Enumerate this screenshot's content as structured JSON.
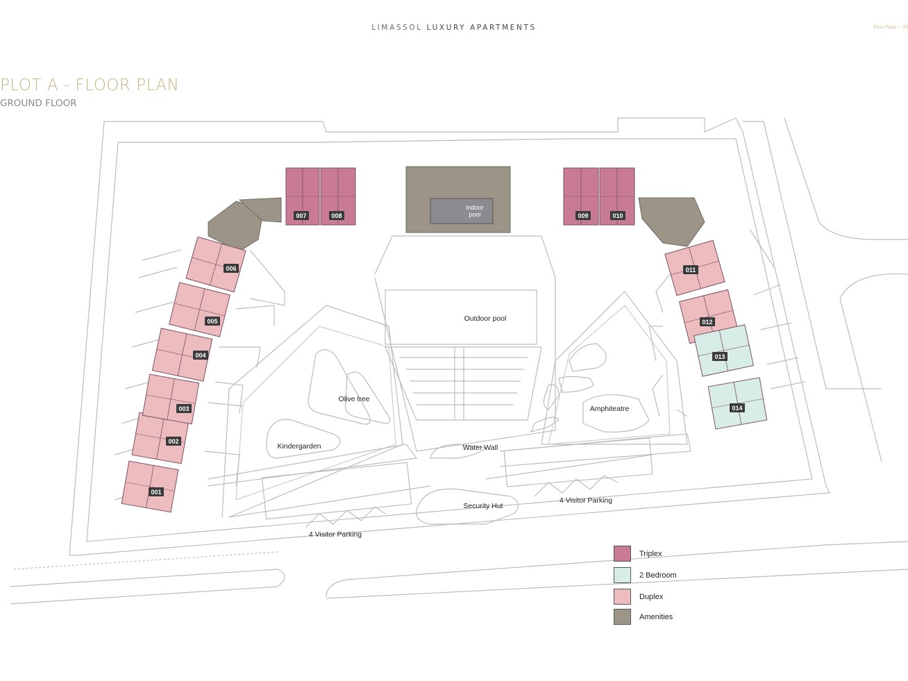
{
  "header": {
    "brand_light": "LIMASSOL",
    "brand_strong": "LUXURY APARTMENTS",
    "page_ref": "Floor Plans — 85"
  },
  "title": "PLOT A - FLOOR PLAN",
  "subtitle": "GROUND FLOOR",
  "colors": {
    "triplex": "#c97b94",
    "two_bedroom": "#d8ece8",
    "duplex": "#ecbcbf",
    "amenities": "#9c9587",
    "line": "#b5b5b5",
    "accent": "#c5b580"
  },
  "units": [
    "001",
    "002",
    "003",
    "004",
    "005",
    "006",
    "007",
    "008",
    "009",
    "010",
    "011",
    "012",
    "013",
    "014"
  ],
  "labels": {
    "indoor_pool": "Indoor pool",
    "outdoor_pool": "Outdoor pool",
    "olive_tree": "Olive tree",
    "kindergarden": "Kindergarden",
    "amphiteatre": "Amphiteatre",
    "water_wall": "Water Wall",
    "security_hut": "Security Hut",
    "visitor_parking_left": "4 Visitor Parking",
    "visitor_parking_right": "4 Visitor Parking"
  },
  "legend": [
    {
      "label": "Triplex",
      "color": "#c97b94"
    },
    {
      "label": "2 Bedroom",
      "color": "#d8ece8"
    },
    {
      "label": "Duplex",
      "color": "#ecbcbf"
    },
    {
      "label": "Amenities",
      "color": "#9c9587"
    }
  ]
}
